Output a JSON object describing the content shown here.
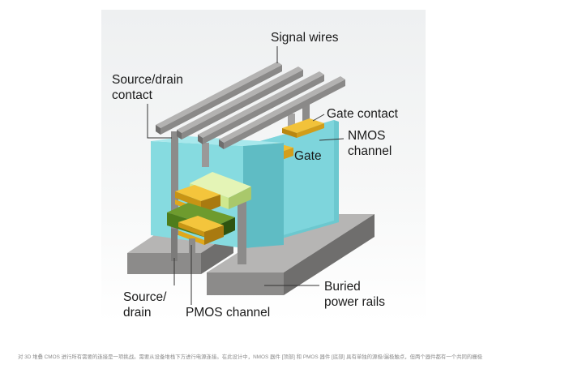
{
  "labels": {
    "signal_wires": "Signal wires",
    "source_drain_contact": "Source/drain\ncontact",
    "gate_contact": "Gate contact",
    "nmos_channel": "NMOS\nchannel",
    "gate": "Gate",
    "source_drain": "Source/\ndrain",
    "pmos_channel": "PMOS channel",
    "buried_power_rails": "Buried\npower rails"
  },
  "caption": "对 3D 堆叠 CMOS 进行所有需要的连接是一项挑战。需要从设备堆栈下方进行电源连接。在此设计中，NMOS 器件 [顶部] 和 PMOS 器件 [底部] 具有单独的源极/漏极触点，但两个器件都有一个共同的栅极",
  "colors": {
    "gate_cyan": "#7fd6dc",
    "metal_gray": "#9b9a99",
    "rail_gray": "#8e8d8c",
    "gold": "#e1a91c",
    "nmos_green": "#cfe88f",
    "pmos_green": "#4e7d1c"
  }
}
